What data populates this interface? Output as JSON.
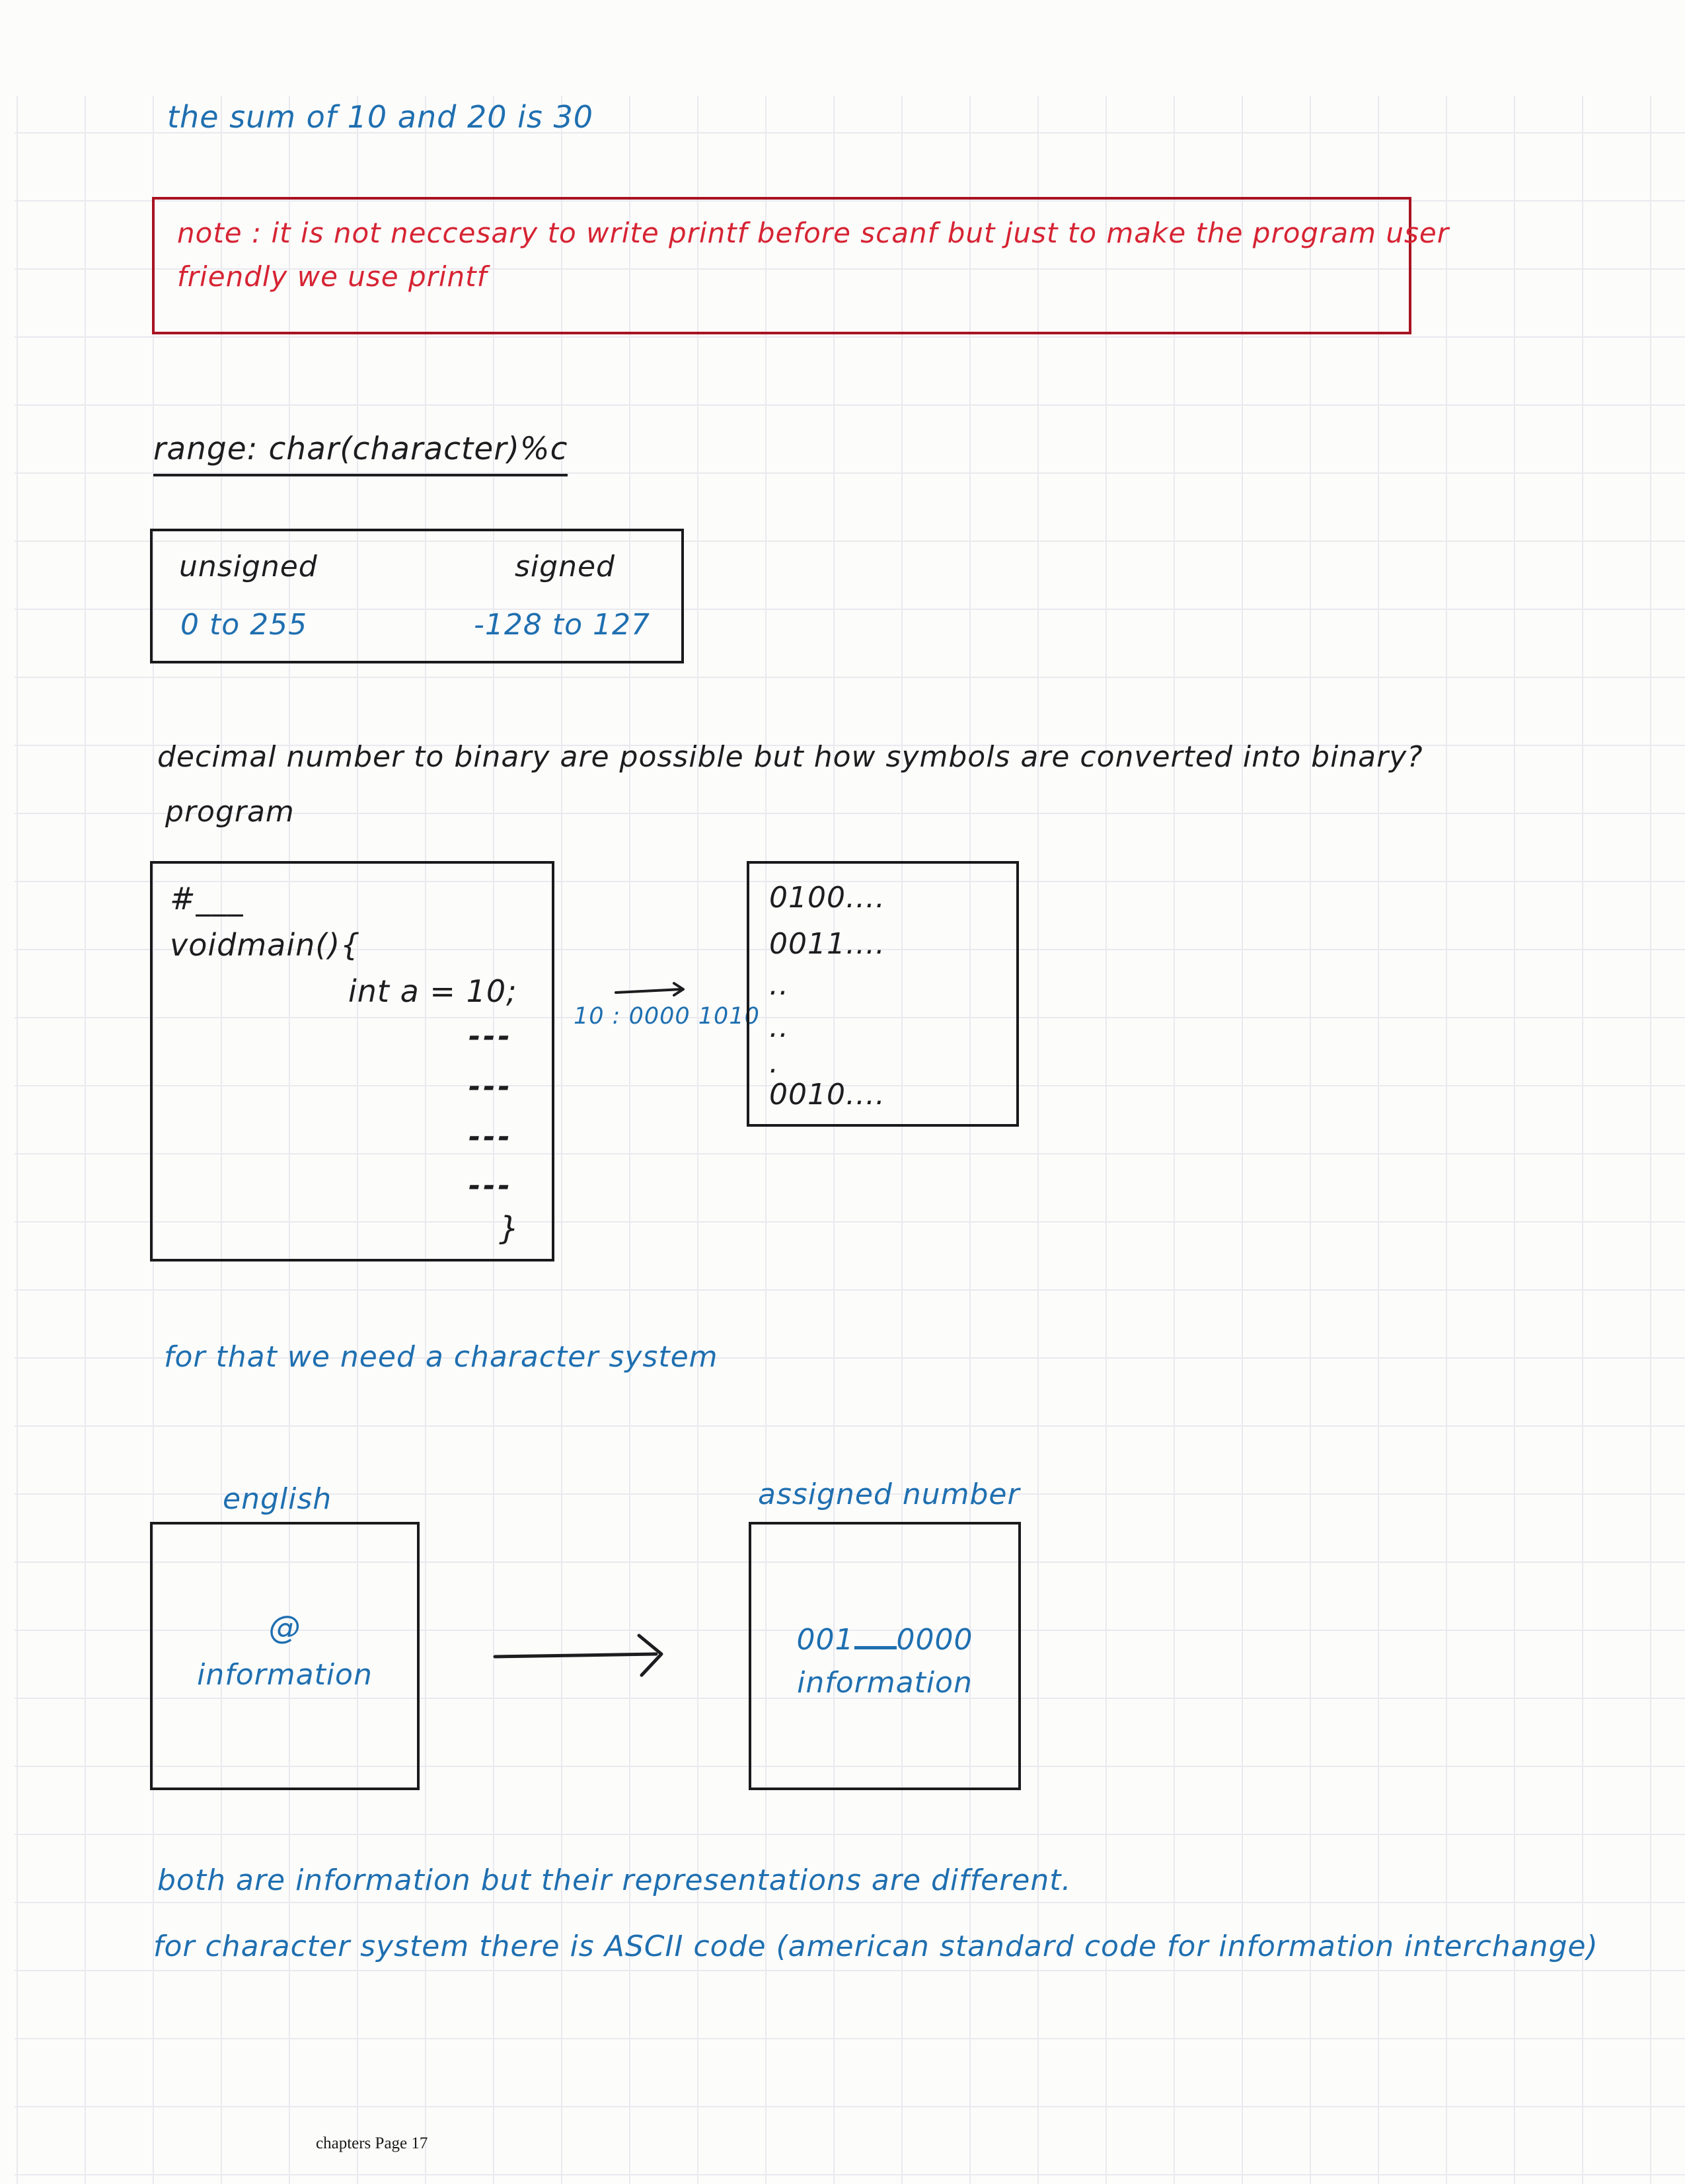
{
  "colors": {
    "blue_ink": "#1f6fb0",
    "red_ink": "#d62433",
    "red_border": "#a81423",
    "black_ink": "#1d1d1f"
  },
  "notes": {
    "sum_line": "the sum of 10 and 20 is 30",
    "note_box": {
      "line1": "note : it is not neccesary to write printf before scanf but just to make the program user",
      "line2": "friendly we use printf"
    },
    "range_heading": "range: char(character)%c",
    "range_table": {
      "unsigned_header": "unsigned",
      "signed_header": "signed",
      "unsigned_range": "0 to 255",
      "signed_range": "-128 to 127"
    },
    "question": "decimal number to binary are possible but how symbols are converted into binary?",
    "program_label": "program",
    "code_box": {
      "include_line": "#___",
      "main_line": "voidmain(){",
      "int_line": "int a = 10;",
      "dashes": [
        "---",
        "---",
        "---",
        "---"
      ],
      "close_brace": "}"
    },
    "conversion_label": "10 : 0000 1010",
    "binary_box_lines": [
      "0100....",
      "0011....",
      "..",
      "..",
      ".",
      "0010...."
    ],
    "character_system_line": "for that we need a character system",
    "english_label": "english",
    "english_box": {
      "symbol": "@",
      "word": "information"
    },
    "assigned_label": "assigned number",
    "assigned_box": {
      "code_left": "001",
      "code_right": "0000",
      "word": "information"
    },
    "both_line": "both are information but their representations are different.",
    "ascii_line": "for character system there is ASCII code (american standard code for information interchange)"
  },
  "footer": {
    "page_label": "chapters Page 17"
  }
}
